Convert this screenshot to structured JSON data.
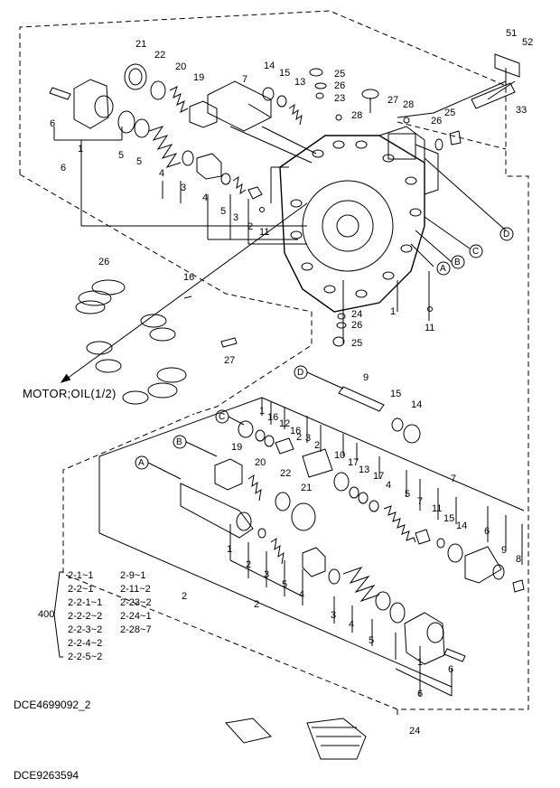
{
  "motor_oil_caption": "MOTOR;OIL(1/2)",
  "drawing_code_top": "DCE4699092_2",
  "drawing_code_bottom": "DCE9263594",
  "circle_refs": [
    "A",
    "B",
    "C",
    "D"
  ],
  "assembly_group": {
    "number": "400",
    "col1": [
      "2-1~1",
      "2-2~1",
      "2-2-1~1",
      "2-2-2~2",
      "2-2-3~2",
      "2-2-4~2",
      "2-2-5~2"
    ],
    "col2": [
      "2-9~1",
      "2-11~2",
      "2-23~2",
      "2-24~1",
      "2-28~7"
    ]
  },
  "part_labels": [
    {
      "id": "p1",
      "text": "21"
    },
    {
      "id": "p2",
      "text": "22"
    },
    {
      "id": "p3",
      "text": "20"
    },
    {
      "id": "p4",
      "text": "19"
    },
    {
      "id": "p5",
      "text": "7"
    },
    {
      "id": "p6",
      "text": "14"
    },
    {
      "id": "p7",
      "text": "15"
    },
    {
      "id": "p8",
      "text": "13"
    },
    {
      "id": "p9",
      "text": "25"
    },
    {
      "id": "p10",
      "text": "26"
    },
    {
      "id": "p11",
      "text": "23"
    },
    {
      "id": "p12",
      "text": "27"
    },
    {
      "id": "p13",
      "text": "28"
    },
    {
      "id": "p14",
      "text": "28"
    },
    {
      "id": "p15",
      "text": "51"
    },
    {
      "id": "p16",
      "text": "52"
    },
    {
      "id": "p17",
      "text": "33"
    },
    {
      "id": "p18",
      "text": "25"
    },
    {
      "id": "p19",
      "text": "26"
    },
    {
      "id": "p20",
      "text": "6"
    },
    {
      "id": "p21",
      "text": "1"
    },
    {
      "id": "p22",
      "text": "5"
    },
    {
      "id": "p23",
      "text": "6"
    },
    {
      "id": "p24",
      "text": "5"
    },
    {
      "id": "p25",
      "text": "4"
    },
    {
      "id": "p26",
      "text": "3"
    },
    {
      "id": "p27",
      "text": "4"
    },
    {
      "id": "p28",
      "text": "5"
    },
    {
      "id": "p29",
      "text": "3"
    },
    {
      "id": "p30",
      "text": "2"
    },
    {
      "id": "p31",
      "text": "11"
    },
    {
      "id": "p32",
      "text": "26"
    },
    {
      "id": "p33",
      "text": "16"
    },
    {
      "id": "p34",
      "text": "27"
    },
    {
      "id": "p35",
      "text": "1"
    },
    {
      "id": "p36",
      "text": "24"
    },
    {
      "id": "p37",
      "text": "26"
    },
    {
      "id": "p38",
      "text": "25"
    },
    {
      "id": "p39",
      "text": "11"
    },
    {
      "id": "p40",
      "text": "9"
    },
    {
      "id": "p41",
      "text": "15"
    },
    {
      "id": "p42",
      "text": "14"
    },
    {
      "id": "p43",
      "text": "16"
    },
    {
      "id": "p44",
      "text": "1"
    },
    {
      "id": "p45",
      "text": "12"
    },
    {
      "id": "p46",
      "text": "16"
    },
    {
      "id": "p47",
      "text": "2"
    },
    {
      "id": "p48",
      "text": "3"
    },
    {
      "id": "p49",
      "text": "19"
    },
    {
      "id": "p50",
      "text": "2"
    },
    {
      "id": "p51",
      "text": "10"
    },
    {
      "id": "p52",
      "text": "20"
    },
    {
      "id": "p53",
      "text": "17"
    },
    {
      "id": "p54",
      "text": "13"
    },
    {
      "id": "p55",
      "text": "17"
    },
    {
      "id": "p56",
      "text": "22"
    },
    {
      "id": "p57",
      "text": "4"
    },
    {
      "id": "p58",
      "text": "21"
    },
    {
      "id": "p59",
      "text": "5"
    },
    {
      "id": "p60",
      "text": "7"
    },
    {
      "id": "p61",
      "text": "7"
    },
    {
      "id": "p62",
      "text": "11"
    },
    {
      "id": "p63",
      "text": "15"
    },
    {
      "id": "p64",
      "text": "14"
    },
    {
      "id": "p65",
      "text": "6"
    },
    {
      "id": "p66",
      "text": "9"
    },
    {
      "id": "p67",
      "text": "8"
    },
    {
      "id": "p68",
      "text": "1"
    },
    {
      "id": "p69",
      "text": "2"
    },
    {
      "id": "p70",
      "text": "3"
    },
    {
      "id": "p71",
      "text": "5"
    },
    {
      "id": "p72",
      "text": "4"
    },
    {
      "id": "p73",
      "text": "2"
    },
    {
      "id": "p74",
      "text": "2"
    },
    {
      "id": "p75",
      "text": "3"
    },
    {
      "id": "p76",
      "text": "4"
    },
    {
      "id": "p77",
      "text": "5"
    },
    {
      "id": "p78",
      "text": "1"
    },
    {
      "id": "p79",
      "text": "6"
    },
    {
      "id": "p80",
      "text": "6"
    },
    {
      "id": "p81",
      "text": "24"
    }
  ]
}
